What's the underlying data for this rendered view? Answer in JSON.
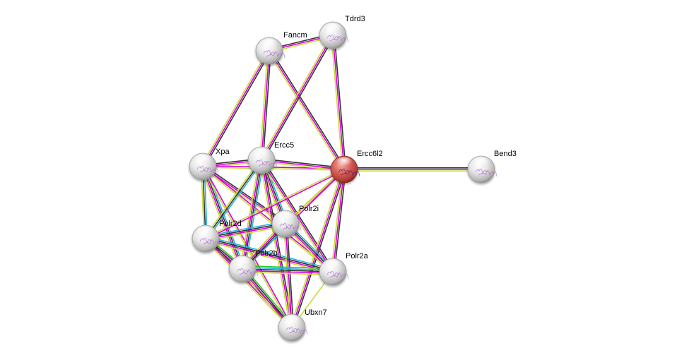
{
  "network": {
    "query_protein": "Ercc6l2",
    "nodes": [
      {
        "id": "Fancm",
        "label": "Fancm",
        "color": "#ffffff",
        "query": false
      },
      {
        "id": "Tdrd3",
        "label": "Tdrd3",
        "color": "#ffffff",
        "query": false
      },
      {
        "id": "Xpa",
        "label": "Xpa",
        "color": "#ffffff",
        "query": false
      },
      {
        "id": "Ercc5",
        "label": "Ercc5",
        "color": "#ffffff",
        "query": false
      },
      {
        "id": "Ercc6l2",
        "label": "Ercc6l2",
        "color": "#d9534f",
        "query": true
      },
      {
        "id": "Bend3",
        "label": "Bend3",
        "color": "#ffffff",
        "query": false
      },
      {
        "id": "Polr2i",
        "label": "Polr2i",
        "color": "#ffffff",
        "query": false
      },
      {
        "id": "Polr2d",
        "label": "Polr2d",
        "color": "#ffffff",
        "query": false
      },
      {
        "id": "Polr2b",
        "label": "Polr2b",
        "color": "#ffffff",
        "query": false
      },
      {
        "id": "Polr2a",
        "label": "Polr2a",
        "color": "#ffffff",
        "query": false
      },
      {
        "id": "Ubxn7",
        "label": "Ubxn7",
        "color": "#ffffff",
        "query": false
      }
    ],
    "edge_colors": {
      "black": "#333333",
      "magenta": "#d800d8",
      "yellow": "#c8dc3c",
      "cyan": "#28b4dc",
      "green": "#28c828"
    },
    "edges": [
      {
        "a": "Fancm",
        "b": "Tdrd3",
        "types": [
          "black",
          "magenta",
          "yellow"
        ]
      },
      {
        "a": "Fancm",
        "b": "Xpa",
        "types": [
          "black",
          "magenta",
          "yellow"
        ]
      },
      {
        "a": "Fancm",
        "b": "Ercc5",
        "types": [
          "black",
          "magenta",
          "yellow"
        ]
      },
      {
        "a": "Fancm",
        "b": "Ercc6l2",
        "types": [
          "black",
          "magenta",
          "yellow"
        ]
      },
      {
        "a": "Tdrd3",
        "b": "Ercc5",
        "types": [
          "black",
          "magenta",
          "yellow"
        ]
      },
      {
        "a": "Tdrd3",
        "b": "Ercc6l2",
        "types": [
          "black",
          "magenta",
          "yellow"
        ]
      },
      {
        "a": "Xpa",
        "b": "Ercc5",
        "types": [
          "black",
          "magenta",
          "yellow"
        ]
      },
      {
        "a": "Xpa",
        "b": "Ercc6l2",
        "types": [
          "magenta",
          "yellow"
        ]
      },
      {
        "a": "Xpa",
        "b": "Polr2d",
        "types": [
          "cyan",
          "black",
          "yellow"
        ]
      },
      {
        "a": "Xpa",
        "b": "Polr2b",
        "types": [
          "cyan",
          "black",
          "magenta",
          "yellow"
        ]
      },
      {
        "a": "Xpa",
        "b": "Polr2i",
        "types": [
          "black",
          "magenta",
          "yellow"
        ]
      },
      {
        "a": "Xpa",
        "b": "Polr2a",
        "types": [
          "magenta",
          "yellow"
        ]
      },
      {
        "a": "Xpa",
        "b": "Ubxn7",
        "types": [
          "magenta",
          "yellow"
        ]
      },
      {
        "a": "Ercc5",
        "b": "Ercc6l2",
        "types": [
          "black",
          "magenta",
          "yellow"
        ]
      },
      {
        "a": "Ercc5",
        "b": "Polr2d",
        "types": [
          "cyan",
          "black",
          "yellow"
        ]
      },
      {
        "a": "Ercc5",
        "b": "Polr2b",
        "types": [
          "cyan",
          "black",
          "magenta",
          "yellow"
        ]
      },
      {
        "a": "Ercc5",
        "b": "Polr2i",
        "types": [
          "cyan",
          "black",
          "magenta",
          "yellow"
        ]
      },
      {
        "a": "Ercc5",
        "b": "Polr2a",
        "types": [
          "black",
          "magenta",
          "yellow"
        ]
      },
      {
        "a": "Ercc5",
        "b": "Ubxn7",
        "types": [
          "black",
          "magenta",
          "yellow"
        ]
      },
      {
        "a": "Ercc6l2",
        "b": "Bend3",
        "types": [
          "black",
          "magenta",
          "yellow"
        ]
      },
      {
        "a": "Ercc6l2",
        "b": "Polr2i",
        "types": [
          "magenta",
          "yellow"
        ]
      },
      {
        "a": "Ercc6l2",
        "b": "Polr2d",
        "types": [
          "magenta",
          "yellow"
        ]
      },
      {
        "a": "Ercc6l2",
        "b": "Polr2b",
        "types": [
          "magenta",
          "yellow"
        ]
      },
      {
        "a": "Ercc6l2",
        "b": "Polr2a",
        "types": [
          "black",
          "magenta",
          "yellow"
        ]
      },
      {
        "a": "Ercc6l2",
        "b": "Ubxn7",
        "types": [
          "black",
          "magenta",
          "yellow"
        ]
      },
      {
        "a": "Polr2d",
        "b": "Polr2i",
        "types": [
          "cyan",
          "black",
          "magenta",
          "yellow"
        ]
      },
      {
        "a": "Polr2d",
        "b": "Polr2b",
        "types": [
          "green",
          "black",
          "magenta",
          "yellow"
        ]
      },
      {
        "a": "Polr2d",
        "b": "Polr2a",
        "types": [
          "cyan",
          "black",
          "magenta",
          "yellow"
        ]
      },
      {
        "a": "Polr2d",
        "b": "Ubxn7",
        "types": [
          "black",
          "magenta",
          "yellow"
        ]
      },
      {
        "a": "Polr2i",
        "b": "Polr2b",
        "types": [
          "cyan",
          "black",
          "magenta",
          "yellow"
        ]
      },
      {
        "a": "Polr2i",
        "b": "Polr2a",
        "types": [
          "cyan",
          "black",
          "magenta",
          "yellow"
        ]
      },
      {
        "a": "Polr2i",
        "b": "Ubxn7",
        "types": [
          "black",
          "magenta",
          "yellow"
        ]
      },
      {
        "a": "Polr2b",
        "b": "Polr2a",
        "types": [
          "green",
          "cyan",
          "black",
          "magenta",
          "yellow"
        ]
      },
      {
        "a": "Polr2b",
        "b": "Ubxn7",
        "types": [
          "green",
          "black",
          "magenta",
          "yellow"
        ]
      },
      {
        "a": "Polr2a",
        "b": "Ubxn7",
        "types": [
          "yellow"
        ]
      }
    ]
  }
}
